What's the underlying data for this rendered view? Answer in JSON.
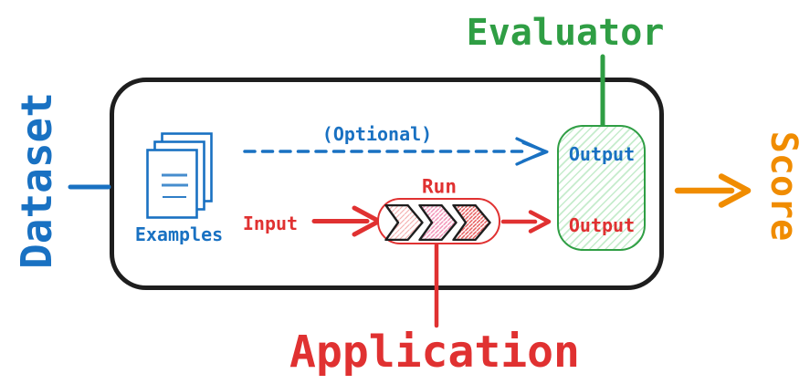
{
  "diagram": {
    "outer_labels": {
      "dataset": "Dataset",
      "evaluator": "Evaluator",
      "score": "Score",
      "application": "Application"
    },
    "pipeline": {
      "examples_label": "Examples",
      "optional_label": "(Optional)",
      "input_label": "Input",
      "run_label": "Run",
      "evaluator_outputs": {
        "reference_output": "Output",
        "app_output": "Output"
      }
    },
    "icons": {
      "examples_documents": "stacked-documents-icon",
      "run_steps": "triple-chevron-pipeline-icon"
    },
    "colors": {
      "blue": "#1971c2",
      "red": "#e03131",
      "green": "#2f9e44",
      "orange": "#f08c00",
      "outline_black": "#1e1e1e",
      "green_hatch": "#40c057",
      "pink_hatch": "#ed6ea0",
      "red_hatch": "#e03131"
    }
  }
}
